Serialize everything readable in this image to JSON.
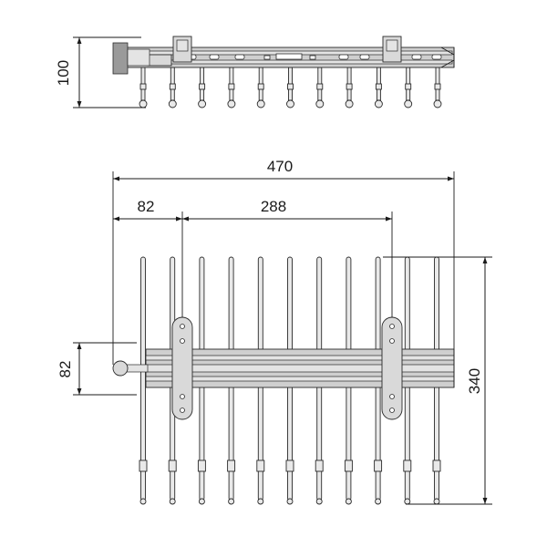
{
  "drawing": {
    "side_view": {
      "dimensions": [
        {
          "id": "height",
          "label": "100"
        }
      ],
      "hook_count": 11
    },
    "top_view": {
      "dimensions": [
        {
          "id": "overall-width",
          "label": "470"
        },
        {
          "id": "offset-left",
          "label": "82"
        },
        {
          "id": "bracket-spacing",
          "label": "288"
        },
        {
          "id": "rail-width",
          "label": "82"
        },
        {
          "id": "depth",
          "label": "340"
        }
      ],
      "rod_count": 11
    }
  }
}
